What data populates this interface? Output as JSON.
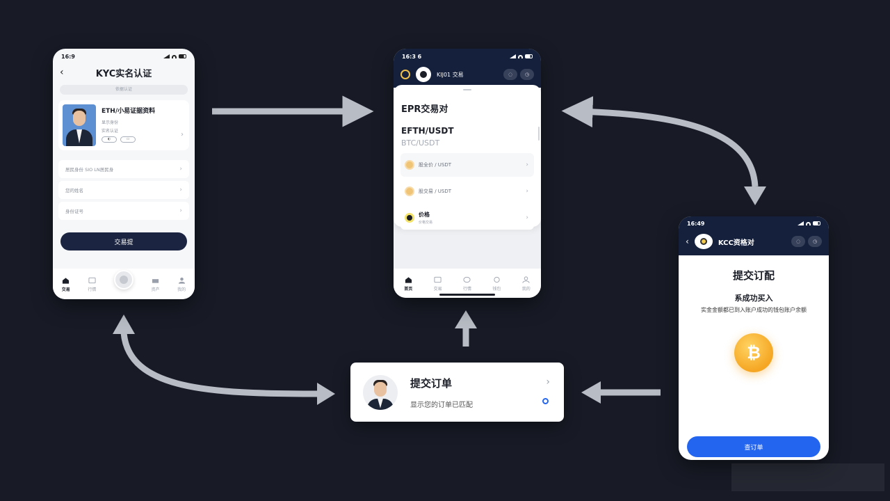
{
  "screen1": {
    "time": "16:9",
    "back": "‹",
    "title": "KYC实名认证",
    "search_placeholder": "依据认证",
    "id_card": {
      "name": "ETH/小易证据资料",
      "line1": "显示身份",
      "line2": "实名认证",
      "chevron": "›"
    },
    "form_rows": [
      {
        "label": "居民身份  SIO  LN居民身",
        "chevron": "›"
      },
      {
        "label": "您的姓名",
        "chevron": "›"
      },
      {
        "label": "身份证号",
        "chevron": "›"
      }
    ],
    "submit_label": "交易提",
    "tabs": [
      "交易",
      "行情",
      "",
      "资产",
      "我的"
    ]
  },
  "screen2": {
    "time": "16:3 6",
    "nav_title": "KIJ01 交易",
    "btn1": "◌",
    "btn2": "◷",
    "sheet_title": "EPR交易对",
    "pair_primary": "EFTH/USDT",
    "pair_secondary": "BTC/USDT",
    "pairs": [
      {
        "label": "股全价 / USDT",
        "chevron": "›"
      },
      {
        "label": "股交易 / USDT",
        "chevron": "›"
      },
      {
        "label": "价格",
        "sub": "价格交易",
        "chevron": "›"
      }
    ],
    "tabs": [
      "首页",
      "交易",
      "行情",
      "钱包",
      "我的"
    ]
  },
  "screen3": {
    "time": "16:49",
    "back": "‹",
    "nav_title": "KCC资格对",
    "btn1": "◌",
    "btn2": "◷",
    "title": "提交订配",
    "subtitle": "系成功买入",
    "description": "实金金额都已到入账户成功的钱包账户余额",
    "coin_symbol": "₿",
    "button": "查订单"
  },
  "order_card": {
    "title": "提交订单",
    "description": "显示您的订单已匹配",
    "chevron": "›"
  },
  "colors": {
    "background": "#181b26",
    "navy": "#14203c",
    "blue": "#2465f0",
    "gold": "#f5a623",
    "arrow": "#b8bcc4"
  }
}
